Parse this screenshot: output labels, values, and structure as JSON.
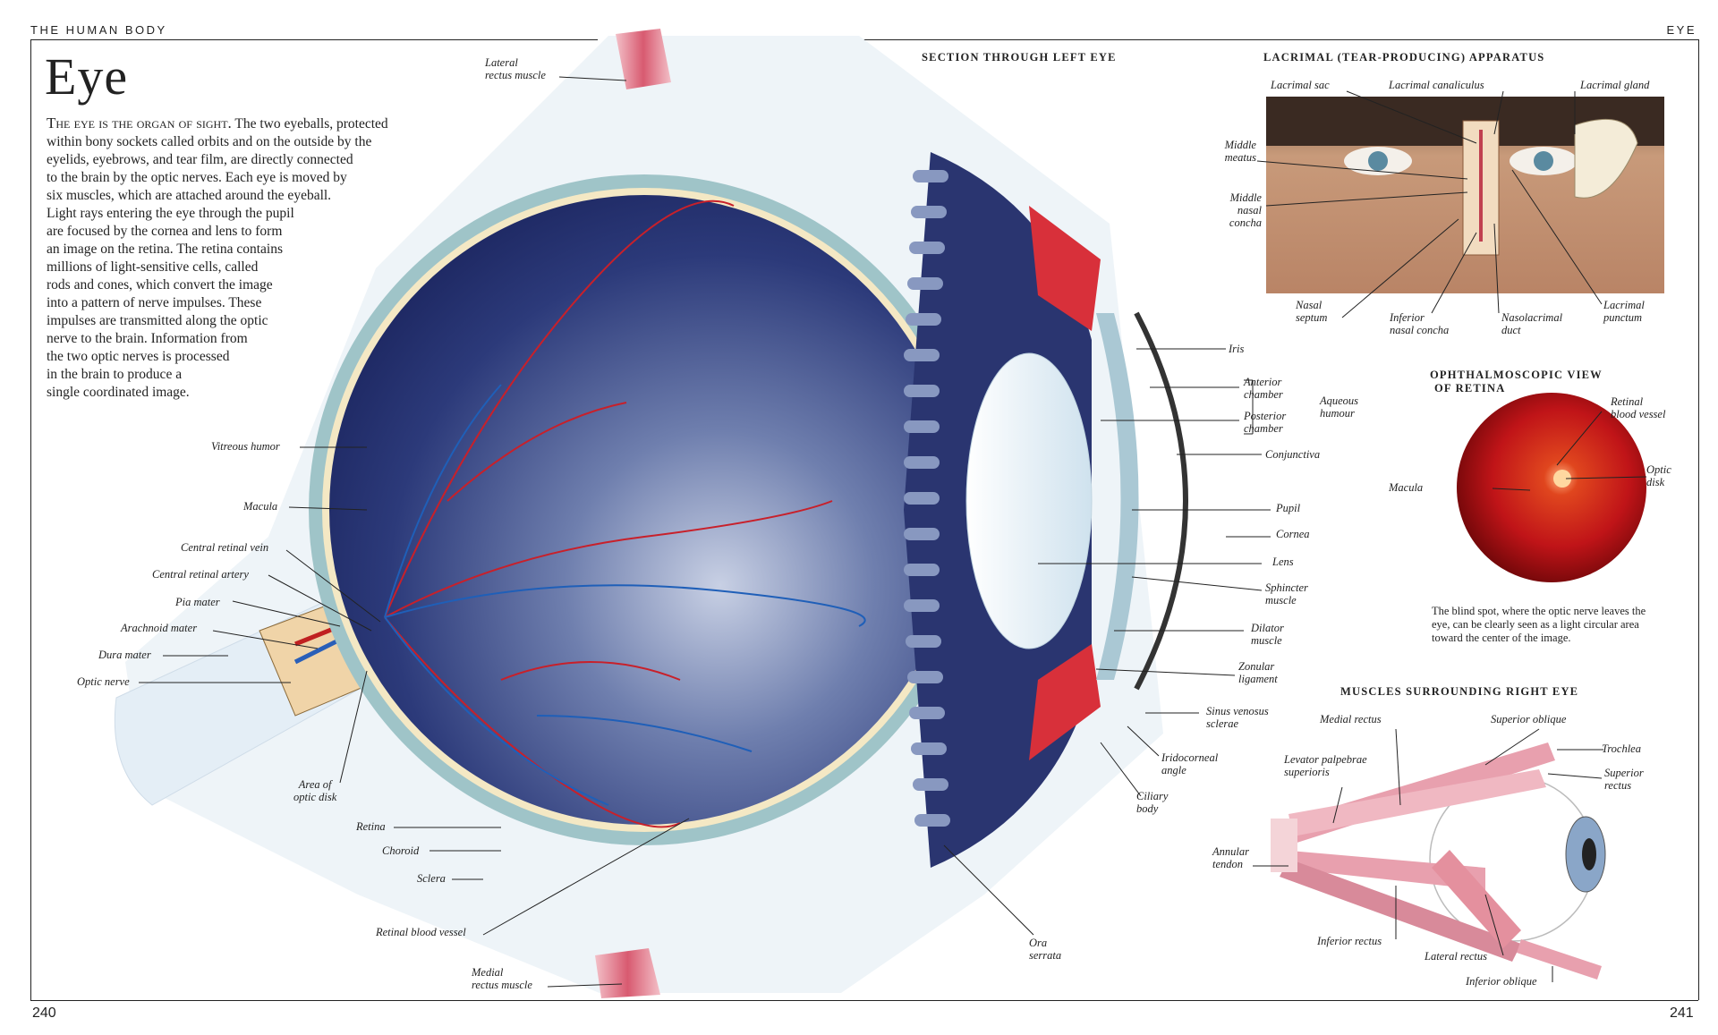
{
  "header": {
    "left": "THE HUMAN BODY",
    "right": "EYE"
  },
  "pages": {
    "left": "240",
    "right": "241"
  },
  "title": "Eye",
  "intro": {
    "lead": "The eye is the organ of sight.",
    "lines": [
      " The two eyeballs, protected",
      "within bony sockets called orbits and on the outside by the",
      "eyelids, eyebrows, and tear film, are directly connected",
      "to the brain by the optic nerves. Each eye is moved by",
      "six muscles, which are attached around the eyeball.",
      "Light rays entering the eye through the pupil",
      "are focused by the cornea and lens to form",
      "an image on the retina. The retina contains",
      "millions of light-sensitive cells, called",
      "rods and cones, which convert the image",
      "into a pattern of nerve impulses. These",
      "impulses are transmitted along the optic",
      "nerve to the brain. Information from",
      "the two optic nerves is processed",
      "in the brain to produce a",
      "single coordinated image."
    ]
  },
  "sections": {
    "main": "SECTION THROUGH LEFT EYE",
    "lacrimal": "LACRIMAL (TEAR-PRODUCING) APPARATUS",
    "retina_view_1": "OPHTHALMOSCOPIC VIEW",
    "retina_view_2": "OF RETINA",
    "muscles": "MUSCLES SURROUNDING RIGHT EYE"
  },
  "labels": {
    "lateral_rectus_1": "Lateral",
    "lateral_rectus_2": "rectus muscle",
    "vitreous_humor": "Vitreous humor",
    "macula": "Macula",
    "central_retinal_vein": "Central retinal vein",
    "central_retinal_artery": "Central retinal artery",
    "pia_mater": "Pia mater",
    "arachnoid_mater": "Arachnoid mater",
    "dura_mater": "Dura mater",
    "optic_nerve": "Optic nerve",
    "area_optic_disk_1": "Area of",
    "area_optic_disk_2": "optic disk",
    "retina": "Retina",
    "choroid": "Choroid",
    "sclera": "Sclera",
    "retinal_blood_vessel": "Retinal blood vessel",
    "medial_rectus_1": "Medial",
    "medial_rectus_2": "rectus muscle",
    "iris": "Iris",
    "anterior_chamber_1": "Anterior",
    "anterior_chamber_2": "chamber",
    "posterior_chamber_1": "Posterior",
    "posterior_chamber_2": "chamber",
    "aqueous_1": "Aqueous",
    "aqueous_2": "humour",
    "conjunctiva": "Conjunctiva",
    "pupil": "Pupil",
    "cornea": "Cornea",
    "lens": "Lens",
    "sphincter_1": "Sphincter",
    "sphincter_2": "muscle",
    "dilator_1": "Dilator",
    "dilator_2": "muscle",
    "zonular_1": "Zonular",
    "zonular_2": "ligament",
    "sinus_1": "Sinus venosus",
    "sinus_2": "sclerae",
    "iridocorneal_1": "Iridocorneal",
    "iridocorneal_2": "angle",
    "ciliary_1": "Ciliary",
    "ciliary_2": "body",
    "ora_1": "Ora",
    "ora_2": "serrata",
    "lacrimal_sac": "Lacrimal sac",
    "lacrimal_canaliculus": "Lacrimal canaliculus",
    "lacrimal_gland": "Lacrimal gland",
    "middle_meatus_1": "Middle",
    "middle_meatus_2": "meatus",
    "middle_concha_1": "Middle",
    "middle_concha_2": "nasal",
    "middle_concha_3": "concha",
    "nasal_septum_1": "Nasal",
    "nasal_septum_2": "septum",
    "inferior_concha_1": "Inferior",
    "inferior_concha_2": "nasal concha",
    "nasolacrimal_1": "Nasolacrimal",
    "nasolacrimal_2": "duct",
    "lacrimal_punctum_1": "Lacrimal",
    "lacrimal_punctum_2": "punctum",
    "retinal_vessel_1": "Retinal",
    "retinal_vessel_2": "blood vessel",
    "macula_view": "Macula",
    "optic_disk_1": "Optic",
    "optic_disk_2": "disk",
    "medial_rectus_m": "Medial rectus",
    "superior_oblique": "Superior oblique",
    "trochlea": "Trochlea",
    "levator_1": "Levator palpebrae",
    "levator_2": "superioris",
    "superior_rectus_1": "Superior",
    "superior_rectus_2": "rectus",
    "annular_1": "Annular",
    "annular_2": "tendon",
    "inferior_rectus": "Inferior rectus",
    "lateral_rectus_m": "Lateral rectus",
    "inferior_oblique": "Inferior oblique"
  },
  "caption": "The blind spot, where the optic nerve leaves the eye, can be clearly seen as a light circular area toward the center of the image.",
  "colors": {
    "vitreous": "#24306e",
    "sclera": "#9fc4c8",
    "vessel_red": "#c8202a",
    "vessel_blue": "#1f5fb8",
    "retina_view": "#c0141a"
  }
}
